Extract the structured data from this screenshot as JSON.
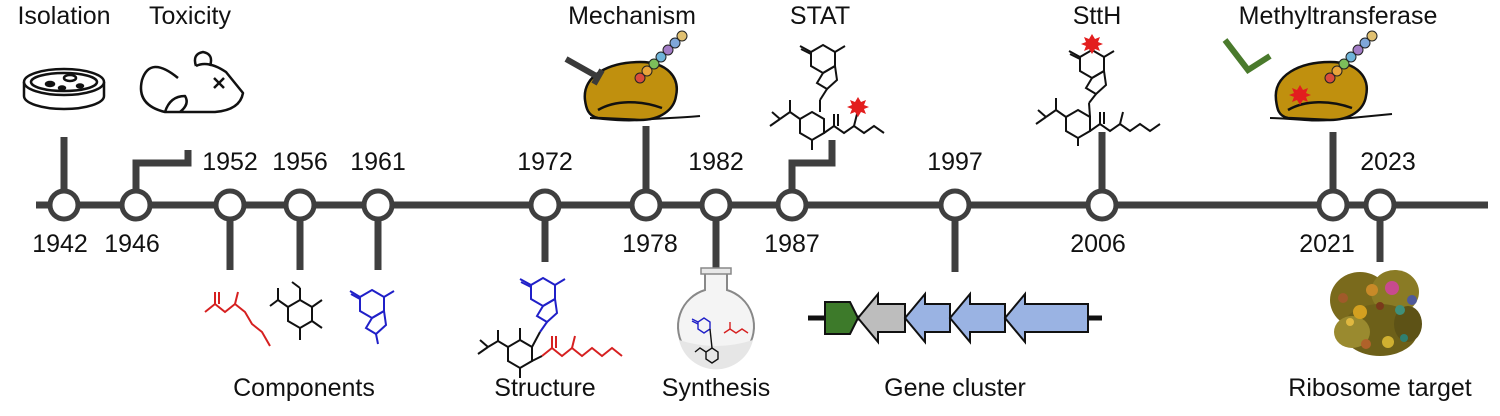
{
  "colors": {
    "axis": "#3f3f3f",
    "ribosome": "#c0900e",
    "red": "#d62020",
    "blue": "#2020c8",
    "green_arrow": "#3d7a2a",
    "gray_arrow": "#bdbdbd",
    "blue_arrow": "#9ab3e3",
    "inhibit_green": "#4a7a2c",
    "beads": [
      "#d94c3c",
      "#e8a33a",
      "#7cbf5a",
      "#6fb4d9",
      "#a27cc6",
      "#7fa7d9",
      "#e0c070"
    ]
  },
  "timeline": {
    "events": [
      {
        "year": "1942",
        "label": "Isolation",
        "icon": "petri-dish-icon"
      },
      {
        "year": "1946",
        "label": "Toxicity",
        "icon": "mouse-icon"
      },
      {
        "year": "1952",
        "label": "",
        "icon": ""
      },
      {
        "year": "1956",
        "label": "",
        "icon": ""
      },
      {
        "year": "1961",
        "label": "",
        "icon": ""
      },
      {
        "year": "1972",
        "label": "Structure",
        "icon": "structure-icon"
      },
      {
        "year": "1978",
        "label": "Mechanism",
        "icon": "ribosome-inhibition-icon"
      },
      {
        "year": "1982",
        "label": "Synthesis",
        "icon": "flask-icon"
      },
      {
        "year": "1987",
        "label": "STAT",
        "icon": "stat-molecule-icon"
      },
      {
        "year": "1997",
        "label": "Gene cluster",
        "icon": "gene-arrows-icon"
      },
      {
        "year": "2006",
        "label": "SttH",
        "icon": "stth-molecule-icon"
      },
      {
        "year": "2021",
        "label": "Methyltransferase",
        "icon": "methyltransferase-icon"
      },
      {
        "year": "2023",
        "label": "Ribosome target",
        "icon": "ribosome-structure-icon"
      }
    ],
    "components_label": "Components"
  }
}
